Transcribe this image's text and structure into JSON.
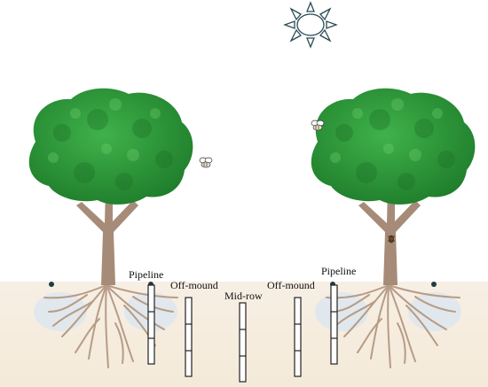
{
  "labels": {
    "pipeline_left": "Pipeline",
    "off_mound_left": "Off-mound",
    "mid_row": "Mid-row",
    "off_mound_right": "Off-mound",
    "pipeline_right": "Pipeline"
  },
  "icons": {
    "sun": "sun-icon",
    "tree": "tree-icon",
    "bee": "bee-icon",
    "dripper": "dripper-icon",
    "sensor_probe": "sensor-probe-icon"
  },
  "colors": {
    "foliage": "#2f9e3a",
    "foliage_dark": "#1f7a2a",
    "trunk": "#a58a78",
    "roots": "#bba08c",
    "soil": "#f5ece0",
    "wet_zone": "#dde6ec",
    "sun_outline": "#2a4a55",
    "probe_stroke": "#222222"
  }
}
